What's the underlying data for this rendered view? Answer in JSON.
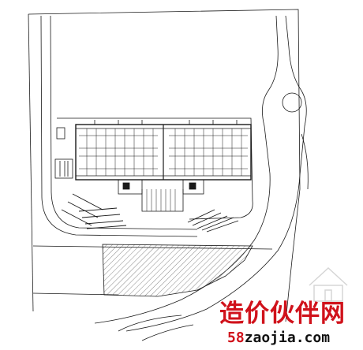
{
  "drawing": {
    "line_color": "#1a1a1a",
    "hatch_color": "#555555",
    "paper_color": "#ffffff"
  },
  "watermark": {
    "cn_text": "造价伙伴网",
    "url_prefix": "58",
    "url_rest": "zaojia.com",
    "accent_color": "#d0121b",
    "logo_icon": "house-logo-icon"
  }
}
